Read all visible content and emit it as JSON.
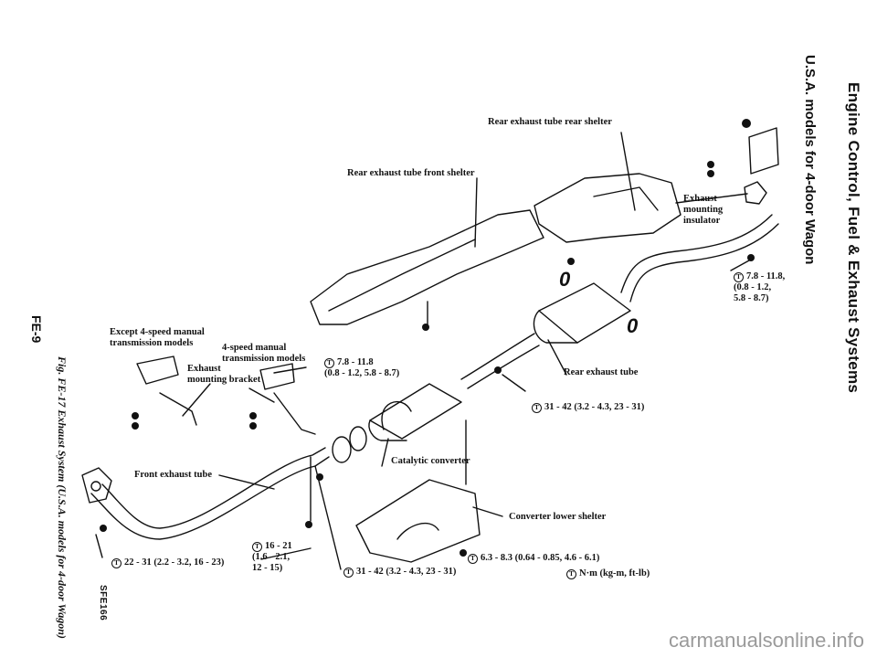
{
  "header": {
    "title": "Engine Control, Fuel & Exhaust Systems",
    "subtitle": "U.S.A. models for 4-door Wagon"
  },
  "caption": "Fig. FE-17 Exhaust System (U.S.A. models for 4-door Wagon)",
  "page_number": "FE-9",
  "figure_code": "SFE166",
  "labels": {
    "rear_shelter": "Rear exhaust tube rear shelter",
    "front_shelter": "Rear exhaust tube front shelter",
    "exhaust_mounting_insulator": "Exhaust\nmounting\ninsulator",
    "except_4speed": "Except 4-speed manual\ntransmission models",
    "four_speed": "4-speed manual\ntransmission models",
    "exhaust_mounting_bracket": "Exhaust\nmounting bracket",
    "rear_exhaust_tube": "Rear exhaust tube",
    "catalytic_converter": "Catalytic converter",
    "front_exhaust_tube": "Front exhaust tube",
    "converter_lower_shelter": "Converter lower shelter"
  },
  "torques": {
    "t_insulator": "7.8 - 11.8,\n(0.8 - 1.2,\n5.8 - 8.7)",
    "t_bracket": "7.8 - 11.8\n(0.8 - 1.2, 5.8 - 8.7)",
    "t_rear_tube": "31 - 42 (3.2 - 4.3, 23 - 31)",
    "t_front_flange": "22 - 31 (2.2 - 3.2, 16 - 23)",
    "t_mid": "16 - 21\n(1.6 - 2.1,\n12 - 15)",
    "t_converter": "31 - 42 (3.2 - 4.3, 23 - 31)",
    "t_shelter": "6.3 - 8.3 (0.64 - 0.85, 4.6 - 6.1)",
    "units": "N·m (kg-m, ft-lb)"
  },
  "markers": {
    "a": "0",
    "b": "0"
  },
  "torque_symbol": "T",
  "watermark": "carmanualsonline.info"
}
